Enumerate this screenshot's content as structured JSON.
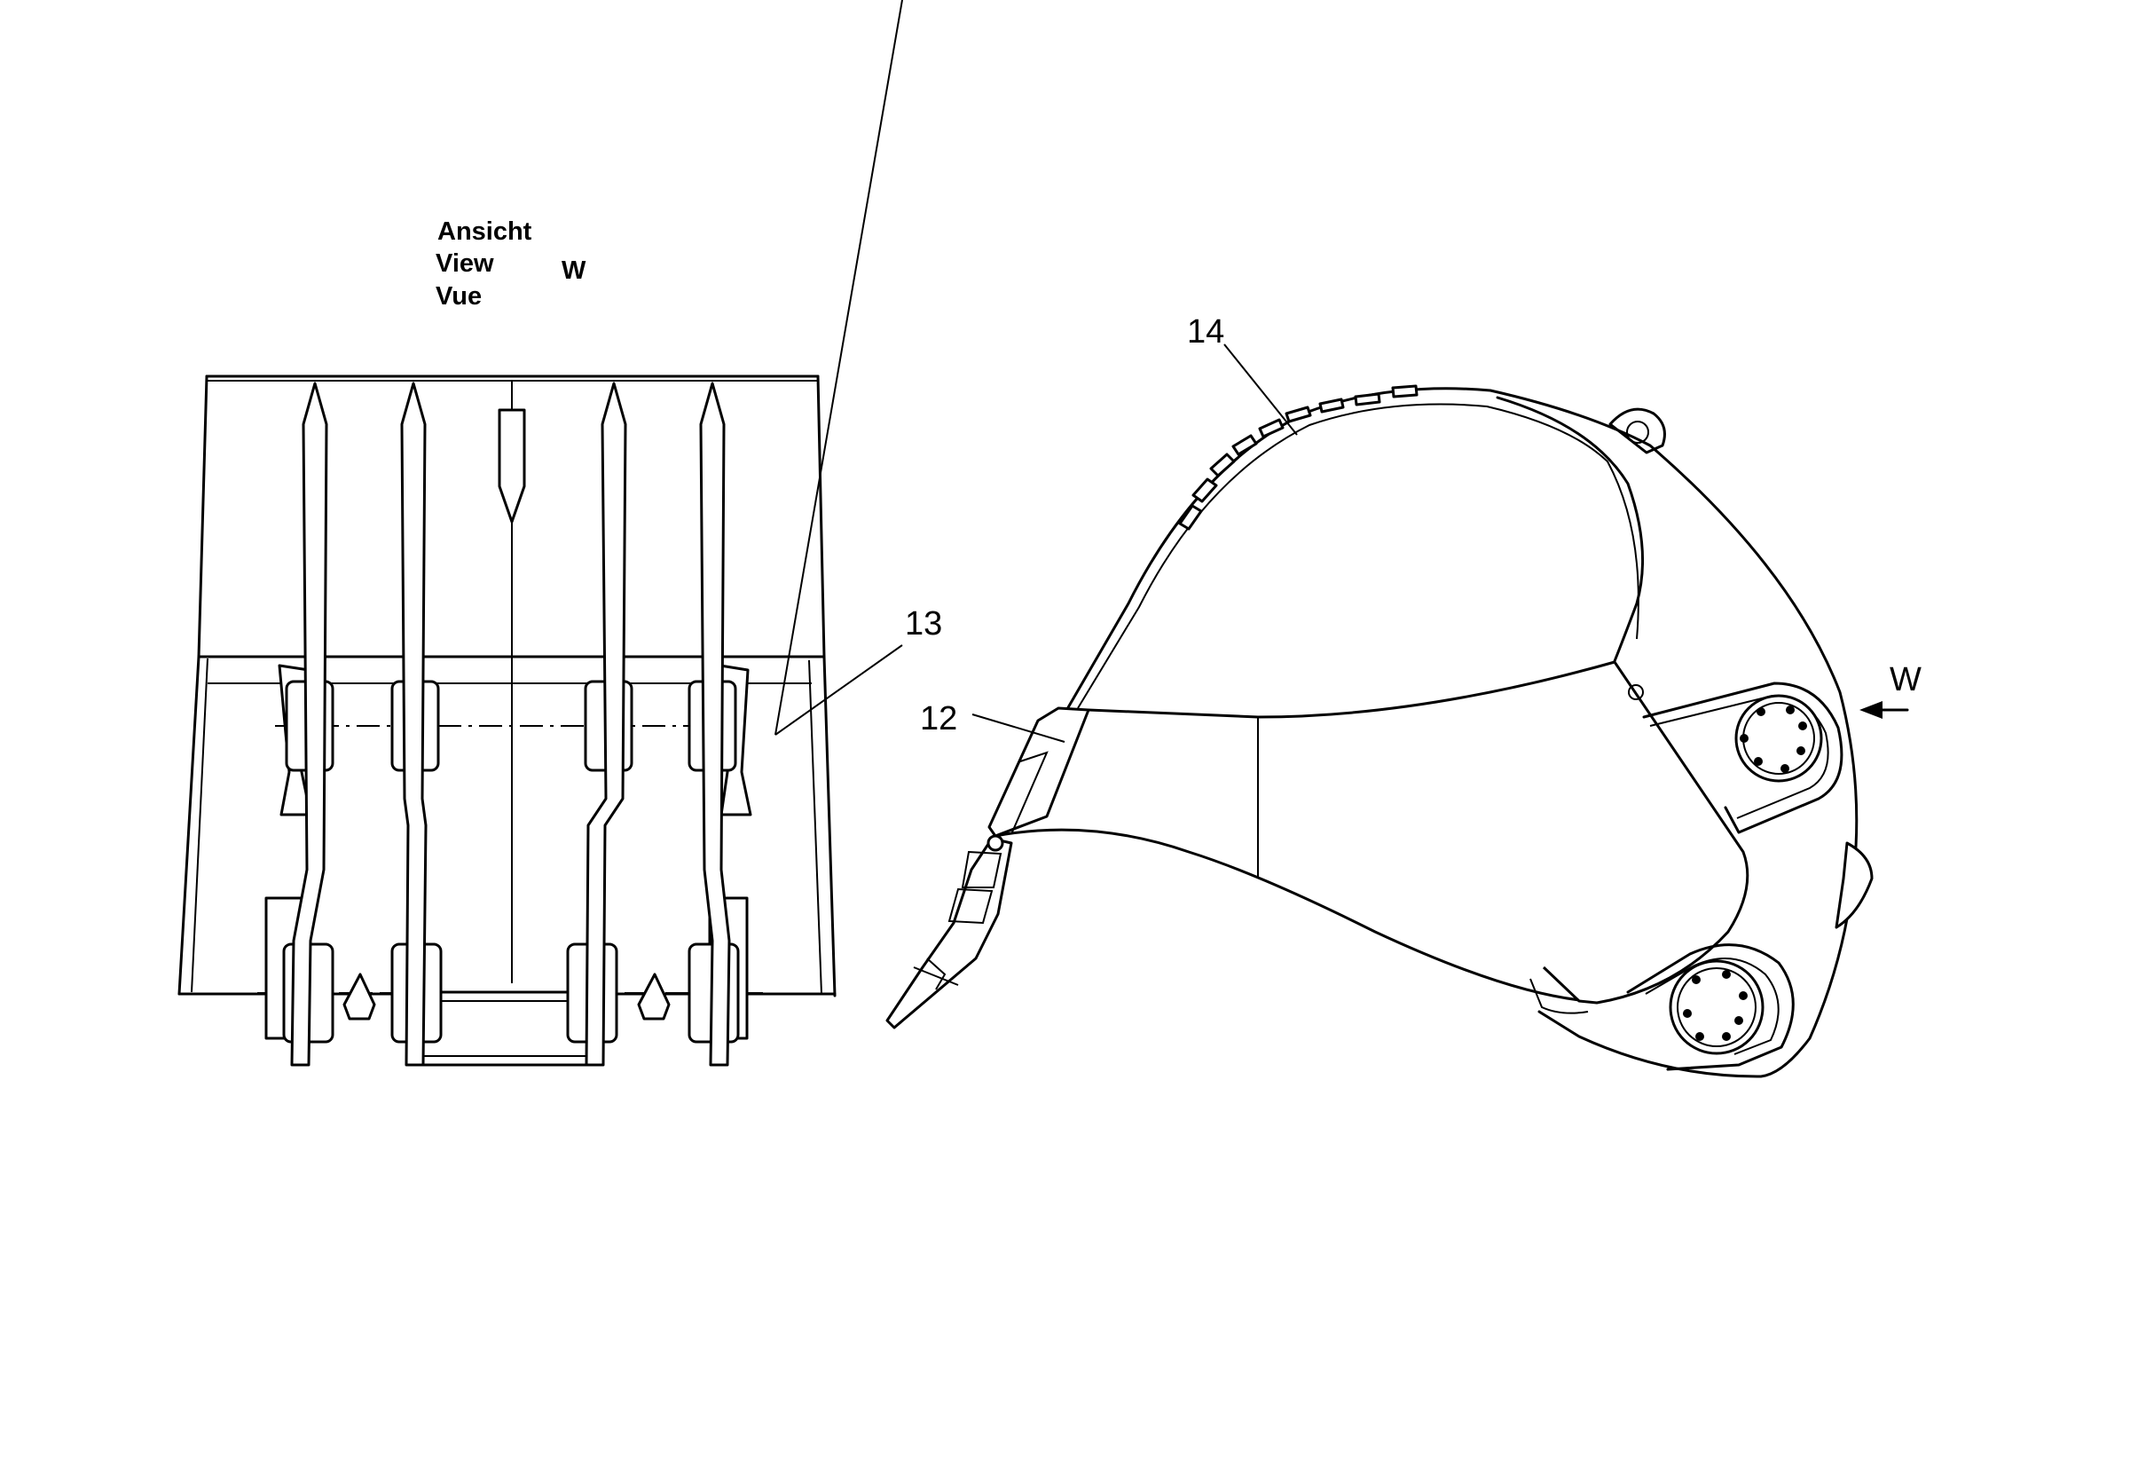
{
  "view_caption": {
    "lines": [
      "Ansicht",
      "View",
      "Vue"
    ],
    "view_letter": "W"
  },
  "callouts": {
    "c12": "12",
    "c13": "13",
    "c14": "14"
  },
  "view_arrow_label": "W",
  "colors": {
    "line": "#000000",
    "background": "#ffffff"
  }
}
